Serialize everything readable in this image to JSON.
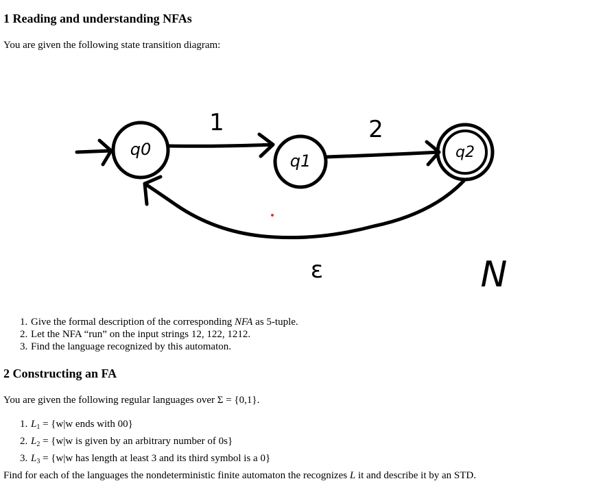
{
  "section1": {
    "title": "1 Reading and understanding NFAs",
    "intro": "You are given the following state transition diagram:",
    "diagram": {
      "states": [
        {
          "id": "q0",
          "label": "q0",
          "initial": true,
          "accepting": false
        },
        {
          "id": "q1",
          "label": "q1",
          "initial": false,
          "accepting": false
        },
        {
          "id": "q2",
          "label": "q2",
          "initial": false,
          "accepting": true
        }
      ],
      "transitions": [
        {
          "from": "q0",
          "to": "q1",
          "label": "1"
        },
        {
          "from": "q1",
          "to": "q2",
          "label": "2"
        },
        {
          "from": "q2",
          "to": "q0",
          "label": "ε"
        }
      ],
      "signature": "N",
      "colors": {
        "ink": "#000000",
        "dot": "#e03030"
      }
    },
    "questions": [
      {
        "num": "1.",
        "pre": "Give the formal description of the corresponding ",
        "em": "NFA",
        "post": " as 5-tuple."
      },
      {
        "num": "2.",
        "text": "Let the NFA “run” on the input strings 12, 122, 1212."
      },
      {
        "num": "3.",
        "text": "Find the language recognized by this automaton."
      }
    ]
  },
  "section2": {
    "title": "2 Constructing an FA",
    "intro": "You are given the following regular languages over Σ = {0,1}.",
    "languages": [
      {
        "num": "1.",
        "name": "L",
        "sub": "1",
        "definition": " = {w|w ends with 00}"
      },
      {
        "num": "2.",
        "name": "L",
        "sub": "2",
        "definition": " = {w|w is given by an arbitrary number of 0s}"
      },
      {
        "num": "3.",
        "name": "L",
        "sub": "3",
        "definition": " = {w|w has length at least 3 and its third symbol is a 0}"
      }
    ],
    "closing_pre": "Find for each of the languages the nondeterministic finite automaton the recognizes ",
    "closing_em": "L",
    "closing_post": " it and describe it by an STD."
  }
}
